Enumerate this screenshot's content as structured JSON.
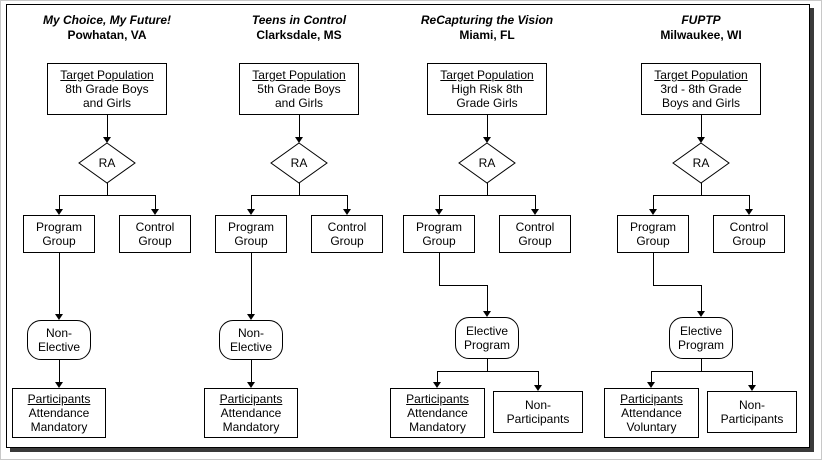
{
  "colors": {
    "line": "#000000",
    "background": "#ffffff",
    "shadow": "#3a3a3a"
  },
  "columns": [
    {
      "title": "My Choice, My Future!",
      "subtitle": "Powhatan, VA",
      "target_heading": "Target Population",
      "target_lines": [
        "8th Grade Boys",
        "and Girls"
      ],
      "ra": "RA",
      "program": [
        "Program",
        "Group"
      ],
      "control": [
        "Control",
        "Group"
      ],
      "middle": [
        "Non-",
        "Elective"
      ],
      "participants_heading": "Participants",
      "participants_lines": [
        "Attendance",
        "Mandatory"
      ]
    },
    {
      "title": "Teens in Control",
      "subtitle": "Clarksdale, MS",
      "target_heading": "Target Population",
      "target_lines": [
        "5th Grade Boys",
        "and Girls"
      ],
      "ra": "RA",
      "program": [
        "Program",
        "Group"
      ],
      "control": [
        "Control",
        "Group"
      ],
      "middle": [
        "Non-",
        "Elective"
      ],
      "participants_heading": "Participants",
      "participants_lines": [
        "Attendance",
        "Mandatory"
      ]
    },
    {
      "title": "ReCapturing the Vision",
      "subtitle": "Miami, FL",
      "target_heading": "Target Population",
      "target_lines": [
        "High Risk 8th",
        "Grade Girls"
      ],
      "ra": "RA",
      "program": [
        "Program",
        "Group"
      ],
      "control": [
        "Control",
        "Group"
      ],
      "middle": [
        "Elective",
        "Program"
      ],
      "participants_heading": "Participants",
      "participants_lines": [
        "Attendance",
        "Mandatory"
      ],
      "nonparticipants": [
        "Non-",
        "Participants"
      ]
    },
    {
      "title": "FUPTP",
      "subtitle": "Milwaukee, WI",
      "target_heading": "Target Population",
      "target_lines": [
        "3rd - 8th Grade",
        "Boys and Girls"
      ],
      "ra": "RA",
      "program": [
        "Program",
        "Group"
      ],
      "control": [
        "Control",
        "Group"
      ],
      "middle": [
        "Elective",
        "Program"
      ],
      "participants_heading": "Participants",
      "participants_lines": [
        "Attendance",
        "Voluntary"
      ],
      "nonparticipants": [
        "Non-",
        "Participants"
      ]
    }
  ]
}
